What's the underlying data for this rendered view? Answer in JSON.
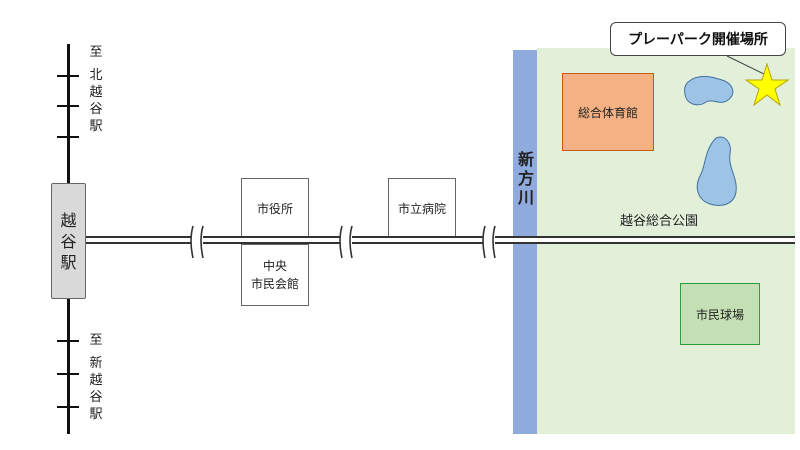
{
  "station": {
    "label_chars": [
      "越",
      "谷",
      "駅"
    ]
  },
  "north_direction": {
    "chars": [
      "至",
      "北",
      "越",
      "谷",
      "駅"
    ]
  },
  "south_direction": {
    "chars": [
      "至",
      "新",
      "越",
      "谷",
      "駅"
    ]
  },
  "buildings": {
    "city_hall": "市役所",
    "civic_hall_line1": "中央",
    "civic_hall_line2": "市民会館",
    "hospital": "市立病院"
  },
  "river": {
    "chars": [
      "新",
      "方",
      "川"
    ]
  },
  "park": {
    "name": "越谷総合公園",
    "gym": "総合体育館",
    "stadium": "市民球場"
  },
  "callout": {
    "text": "プレーパーク開催場所"
  },
  "colors": {
    "park": "#e2efd9",
    "river": "#8faadc",
    "gym": "#f4b183",
    "stadium": "#c5e0b4",
    "pond": "#9dc3e6",
    "star": "#ffff00"
  }
}
